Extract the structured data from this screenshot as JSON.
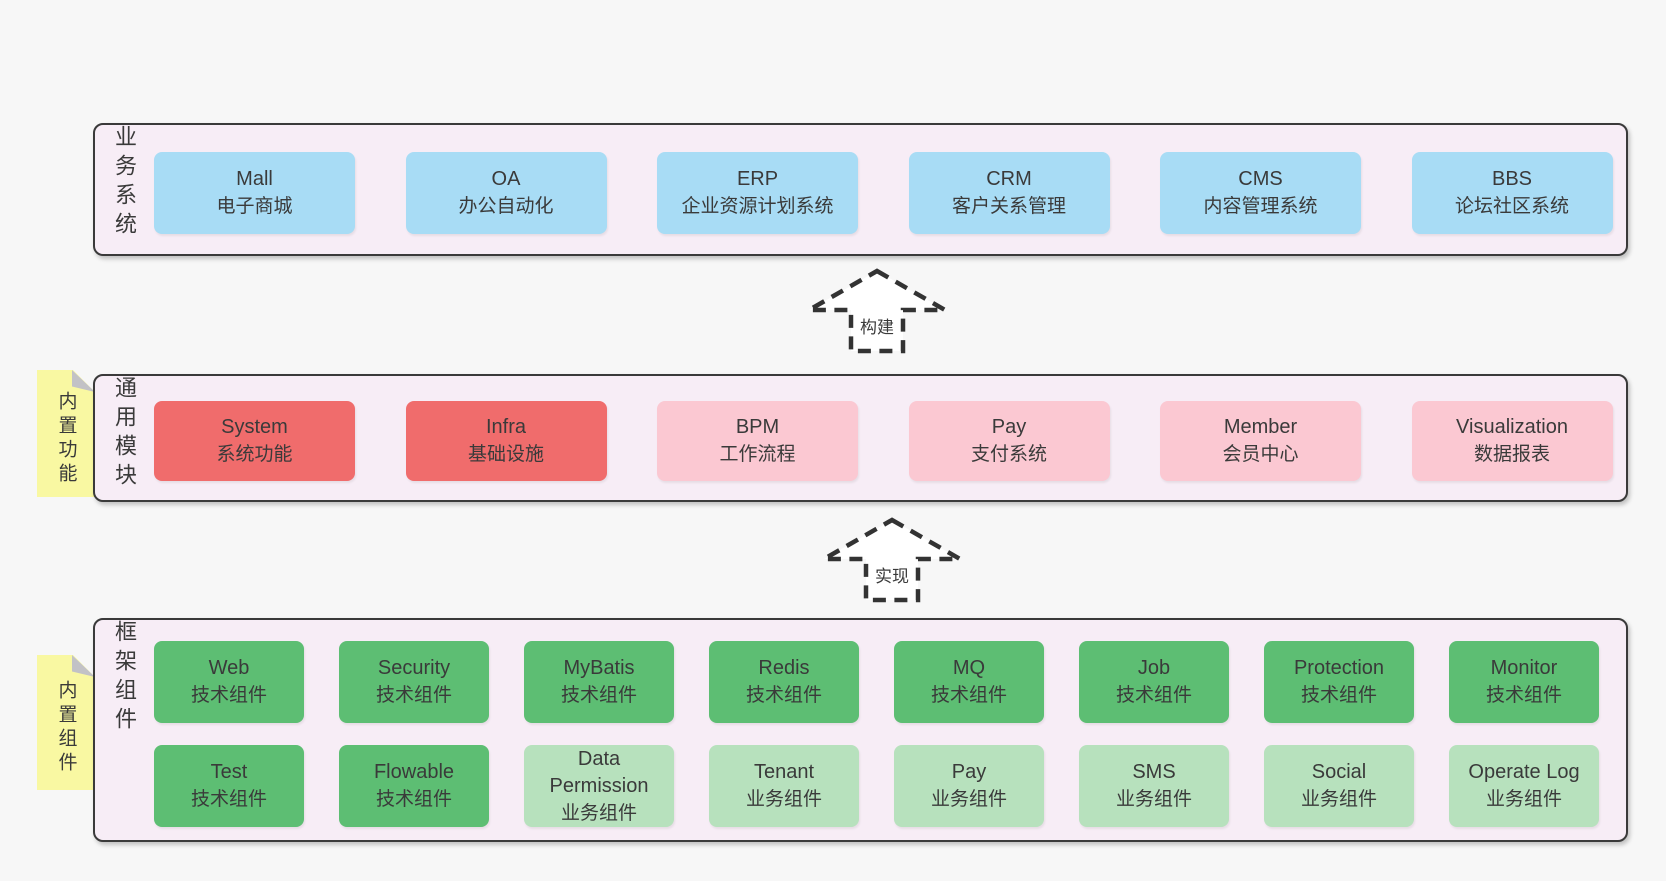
{
  "colors": {
    "page_bg": "#f7f7f7",
    "panel_bg": "#f7edf6",
    "panel_border": "#3a3a3a",
    "box_blue": "#a8dcf5",
    "box_red": "#f06c6c",
    "box_pink": "#fbc8d2",
    "box_green": "#5dbe73",
    "box_green_light": "#b7e1bd",
    "sticky_yellow": "#f9f8a2",
    "sticky_fold_gray": "#c2c2c6",
    "text": "#3a3a3a"
  },
  "layers": {
    "business": {
      "side_label": "业务系统",
      "boxes": [
        {
          "title": "Mall",
          "subtitle": "电子商城",
          "variant": "blue"
        },
        {
          "title": "OA",
          "subtitle": "办公自动化",
          "variant": "blue"
        },
        {
          "title": "ERP",
          "subtitle": "企业资源计划系统",
          "variant": "blue"
        },
        {
          "title": "CRM",
          "subtitle": "客户关系管理",
          "variant": "blue"
        },
        {
          "title": "CMS",
          "subtitle": "内容管理系统",
          "variant": "blue"
        },
        {
          "title": "BBS",
          "subtitle": "论坛社区系统",
          "variant": "blue"
        }
      ]
    },
    "modules": {
      "side_label": "通用模块",
      "sticky_tag": "内置功能",
      "boxes": [
        {
          "title": "System",
          "subtitle": "系统功能",
          "variant": "red"
        },
        {
          "title": "Infra",
          "subtitle": "基础设施",
          "variant": "red"
        },
        {
          "title": "BPM",
          "subtitle": "工作流程",
          "variant": "pink"
        },
        {
          "title": "Pay",
          "subtitle": "支付系统",
          "variant": "pink"
        },
        {
          "title": "Member",
          "subtitle": "会员中心",
          "variant": "pink"
        },
        {
          "title": "Visualization",
          "subtitle": "数据报表",
          "variant": "pink"
        }
      ]
    },
    "framework": {
      "side_label": "框架组件",
      "sticky_tag": "内置组件",
      "row1": [
        {
          "title": "Web",
          "subtitle": "技术组件",
          "variant": "green"
        },
        {
          "title": "Security",
          "subtitle": "技术组件",
          "variant": "green"
        },
        {
          "title": "MyBatis",
          "subtitle": "技术组件",
          "variant": "green"
        },
        {
          "title": "Redis",
          "subtitle": "技术组件",
          "variant": "green"
        },
        {
          "title": "MQ",
          "subtitle": "技术组件",
          "variant": "green"
        },
        {
          "title": "Job",
          "subtitle": "技术组件",
          "variant": "green"
        },
        {
          "title": "Protection",
          "subtitle": "技术组件",
          "variant": "green"
        },
        {
          "title": "Monitor",
          "subtitle": "技术组件",
          "variant": "green"
        }
      ],
      "row2": [
        {
          "title": "Test",
          "subtitle": "技术组件",
          "variant": "green"
        },
        {
          "title": "Flowable",
          "subtitle": "技术组件",
          "variant": "green"
        },
        {
          "title": "Data Permission",
          "subtitle": "业务组件",
          "variant": "green-light"
        },
        {
          "title": "Tenant",
          "subtitle": "业务组件",
          "variant": "green-light"
        },
        {
          "title": "Pay",
          "subtitle": "业务组件",
          "variant": "green-light"
        },
        {
          "title": "SMS",
          "subtitle": "业务组件",
          "variant": "green-light"
        },
        {
          "title": "Social",
          "subtitle": "业务组件",
          "variant": "green-light"
        },
        {
          "title": "Operate Log",
          "subtitle": "业务组件",
          "variant": "green-light"
        }
      ]
    }
  },
  "arrows": [
    {
      "label": "构建"
    },
    {
      "label": "实现"
    }
  ]
}
